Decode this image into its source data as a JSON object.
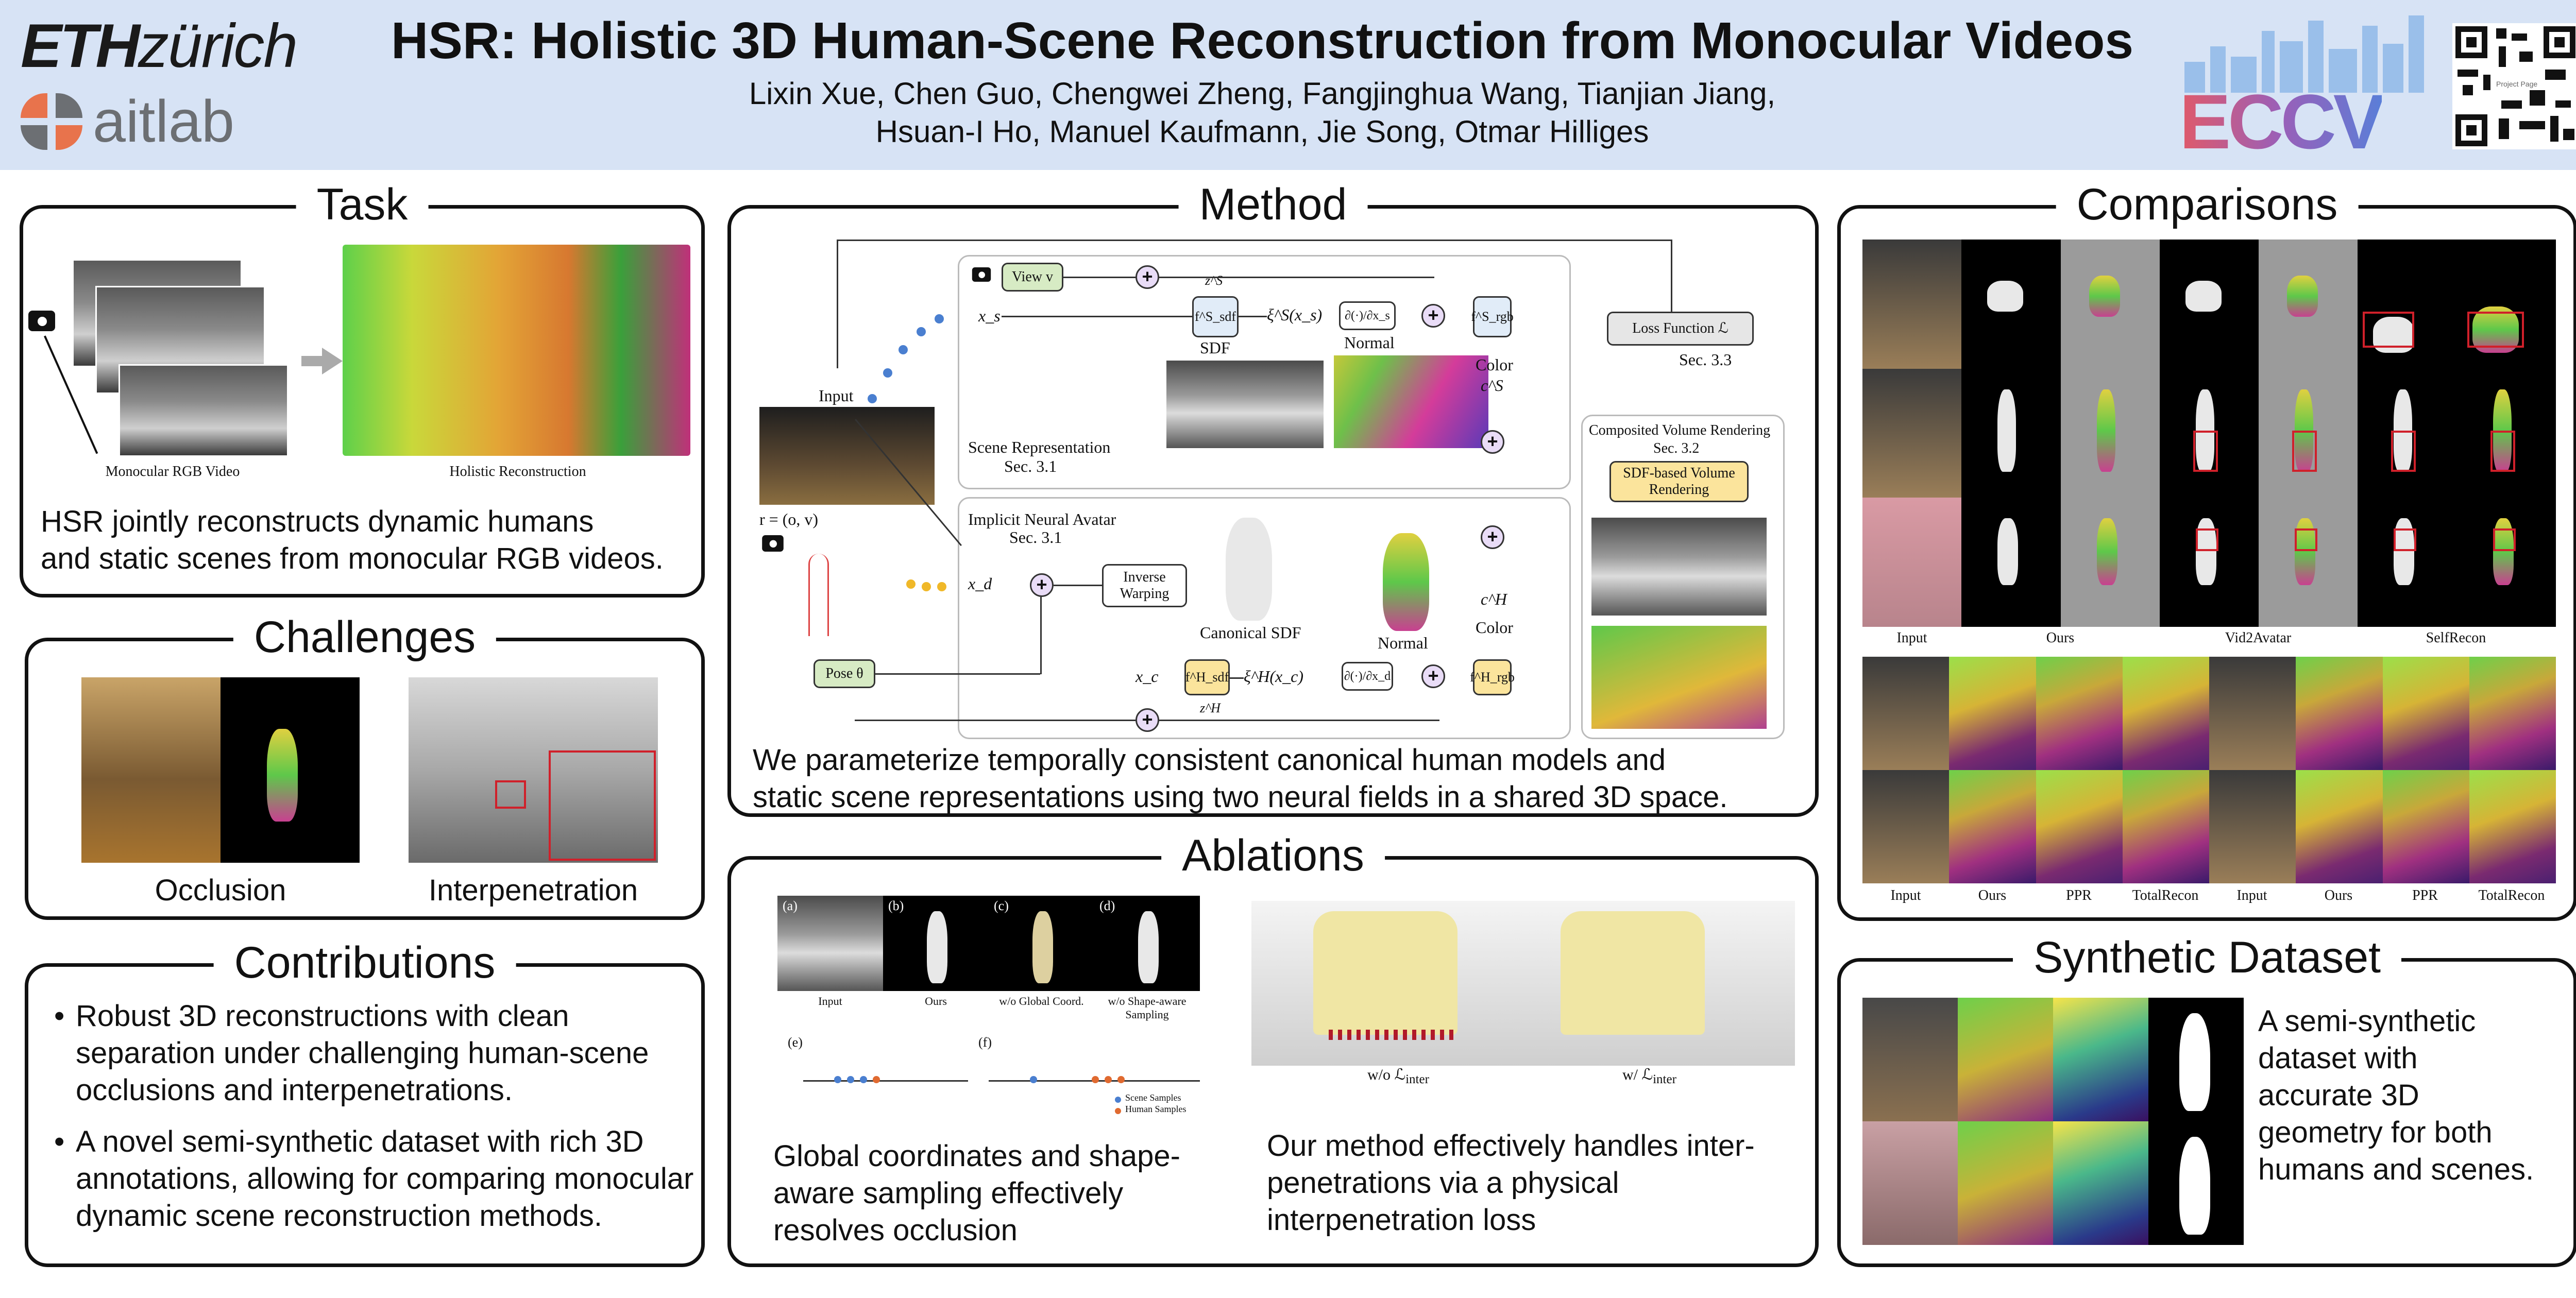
{
  "header": {
    "eth_logo_bold": "ETH",
    "eth_logo_rest": "zürich",
    "ait_logo": "aitlab",
    "title": "HSR: Holistic 3D Human-Scene Reconstruction from Monocular Videos",
    "authors_line1": "Lixin Xue, Chen Guo, Chengwei Zheng, Fangjinghua Wang, Tianjian Jiang,",
    "authors_line2": "Hsuan-I Ho, Manuel Kaufmann, Jie Song, Otmar Hilliges",
    "conference_logo": "ECCV",
    "qr_label": "Project Page"
  },
  "task": {
    "title": "Task",
    "caption_left": "Monocular RGB Video",
    "caption_right": "Holistic Reconstruction",
    "text_line1": "HSR jointly reconstructs dynamic humans",
    "text_line2": "and static scenes from monocular RGB videos."
  },
  "challenges": {
    "title": "Challenges",
    "label_left": "Occlusion",
    "label_right": "Interpenetration"
  },
  "contributions": {
    "title": "Contributions",
    "items": [
      "Robust 3D reconstructions with clean separation under challenging human-scene occlusions and interpenetrations.",
      "A novel semi-synthetic dataset with rich 3D annotations, allowing for comparing monocular dynamic scene reconstruction methods."
    ]
  },
  "method": {
    "title": "Method",
    "diagram": {
      "input": "Input",
      "ray": "r = (o, v)",
      "view": "View v",
      "pose": "Pose θ",
      "x_s": "x_s",
      "x_d": "x_d",
      "x_c": "x_c",
      "f_sdf_s": "f^S_sdf",
      "f_rgb_s": "f^S_rgb",
      "f_sdf_h": "f^H_sdf",
      "f_rgb_h": "f^H_rgb",
      "z_s": "z^S",
      "z_h": "z^H",
      "xi_s": "ξ^S(x_s)",
      "xi_h": "ξ^H(x_c)",
      "deriv_s": "∂(·)/∂x_s",
      "deriv_h": "∂(·)/∂x_d",
      "sdf": "SDF",
      "normal": "Normal",
      "normal_h": "Normal",
      "color": "Color",
      "color_h": "Color",
      "c_s": "c^S",
      "c_h": "c^H",
      "scene_rep": "Scene Representation",
      "scene_sec": "Sec. 3.1",
      "avatar": "Implicit Neural Avatar",
      "avatar_sec": "Sec. 3.1",
      "inverse_warping": "Inverse Warping",
      "canonical_sdf": "Canonical SDF",
      "loss": "Loss Function ℒ",
      "loss_sec": "Sec. 3.3",
      "composited": "Composited Volume Rendering",
      "composited_sec": "Sec. 3.2",
      "sdf_vr": "SDF-based Volume Rendering"
    },
    "text_line1": "We parameterize temporally consistent canonical human models and",
    "text_line2": "static scene representations using two neural fields in a shared 3D space."
  },
  "ablations": {
    "title": "Ablations",
    "labels": [
      "(a)",
      "(b)",
      "(c)",
      "(d)",
      "(e)",
      "(f)"
    ],
    "captions": [
      "Input",
      "Ours",
      "w/o Global Coord.",
      "w/o Shape-aware Sampling"
    ],
    "legend_scene": "Scene Samples",
    "legend_human": "Human Samples",
    "left_text_line1": "Global coordinates and shape-",
    "left_text_line2": "aware sampling effectively",
    "left_text_line3": "resolves occlusion",
    "wo_loss": "w/o ℒ",
    "w_loss": "w/ ℒ",
    "loss_sub": "inter",
    "right_text_line1": "Our method effectively handles inter-",
    "right_text_line2": "penetrations via a physical",
    "right_text_line3": "interpenetration loss"
  },
  "comparisons": {
    "title": "Comparisons",
    "top_labels": [
      "Input",
      "Ours",
      "Vid2Avatar",
      "SelfRecon"
    ],
    "bottom_labels": [
      "Input",
      "Ours",
      "PPR",
      "TotalRecon",
      "Input",
      "Ours",
      "PPR",
      "TotalRecon"
    ]
  },
  "synthetic": {
    "title": "Synthetic Dataset",
    "text_line1": "A semi-synthetic",
    "text_line2": "dataset with",
    "text_line3": "accurate 3D",
    "text_line4": "geometry for both",
    "text_line5": "humans and scenes."
  },
  "colors": {
    "header_bg": "#d7e3f5",
    "accent_red": "#d0202a",
    "node_green": "#d7ebc4",
    "node_yellow": "#fbe49c",
    "plus_purple": "#e9dcf7"
  }
}
